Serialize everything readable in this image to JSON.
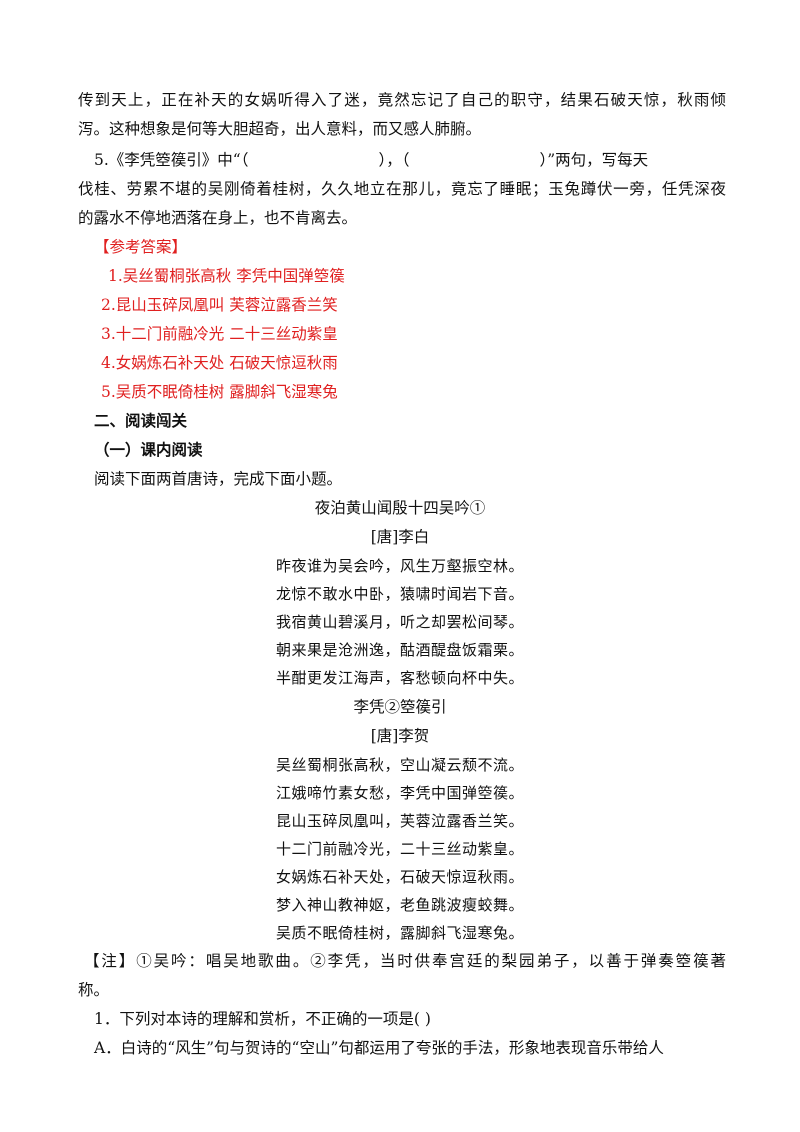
{
  "intro_lines": [
    "传到天上，正在补天的女娲听得入了迷，竟然忘记了自己的职守，结果石破天惊，秋雨倾",
    "泻。这种想象是何等大胆超奇，出人意料，而又感人肺腑。"
  ],
  "q5": {
    "prefix": "5.《李凭箜篌引》中“（",
    "mid": "），（",
    "suffix": "）”两句，写每天",
    "line2": "伐桂、劳累不堪的吴刚倚着桂树，久久地立在那儿，竟忘了睡眠；玉兔蹲伏一旁，任凭深夜",
    "line3": "的露水不停地洒落在身上，也不肯离去。"
  },
  "answers": {
    "heading": "【参考答案】",
    "items": [
      "1.吴丝蜀桐张高秋  李凭中国弹箜篌",
      "2.昆山玉碎凤凰叫  芙蓉泣露香兰笑",
      "3.十二门前融冷光  二十三丝动紫皇",
      "4.女娲炼石补天处  石破天惊逗秋雨",
      "5.吴质不眠倚桂树  露脚斜飞湿寒兔"
    ]
  },
  "section2": {
    "title": "二、阅读闯关",
    "sub": "（一）课内阅读",
    "instruction": "阅读下面两首唐诗，完成下面小题。"
  },
  "poem1": {
    "title": "夜泊黄山闻殷十四吴吟①",
    "author": "[唐]李白",
    "lines": [
      "昨夜谁为吴会吟，风生万壑振空林。",
      "龙惊不敢水中卧，猿啸时闻岩下音。",
      "我宿黄山碧溪月，听之却罢松间琴。",
      "朝来果是沧洲逸，酤酒醍盘饭霜栗。",
      "半酣更发江海声，客愁顿向杯中失。"
    ]
  },
  "poem2": {
    "title": "李凭②箜篌引",
    "author": "[唐]李贺",
    "lines": [
      "吴丝蜀桐张高秋，空山凝云颓不流。",
      "江娥啼竹素女愁，李凭中国弹箜篌。",
      "昆山玉碎凤凰叫，芙蓉泣露香兰笑。",
      "十二门前融冷光，二十三丝动紫皇。",
      "女娲炼石补天处，石破天惊逗秋雨。",
      "梦入神山教神妪，老鱼跳波瘦蛟舞。",
      "吴质不眠倚桂树，露脚斜飞湿寒兔。"
    ]
  },
  "note": {
    "line1": "【注】①吴吟：唱吴地歌曲。②李凭，当时供奉宫廷的梨园弟子，以善于弹奏箜篌著",
    "line2": "称。"
  },
  "question1": {
    "stem": "1．下列对本诗的理解和赏析，不正确的一项是(          )",
    "option_a": "A．白诗的“风生”句与贺诗的“空山”句都运用了夸张的手法，形象地表现音乐带给人"
  }
}
